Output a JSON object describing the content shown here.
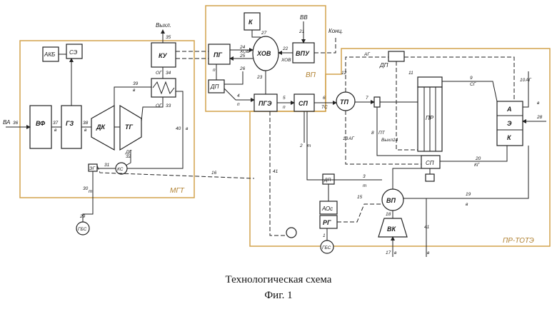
{
  "zones": {
    "mgt": "МГТ",
    "vp": "ВП",
    "pr": "ПР-ТОТЭ"
  },
  "blocks": {
    "akb": "АКБ",
    "sz": "СЭ",
    "vf": "ВФ",
    "gz": "ГЗ",
    "dk": "ДК",
    "tg": "ТГ",
    "ku": "КУ",
    "ks": "КС",
    "eg": "ЭГ",
    "pg": "ПГ",
    "dp1": "ДП",
    "k_vp": "К",
    "xov": "ХОВ",
    "vpu": "ВПУ",
    "pge": "ПГЭ",
    "sp1": "СП",
    "tp": "ТП",
    "dp2": "ДП",
    "dp3": "ДП",
    "aos": "АОс",
    "rg": "РГ",
    "vp_pump": "ВП",
    "vk": "ВК",
    "gbs1": "ГБС",
    "gbs2": "ГБС",
    "tote_pr": "ПР",
    "sp2": "СП",
    "a": "А",
    "e": "Э",
    "k": "К"
  },
  "labels": {
    "va": "ВА",
    "vykhl1": "Выхл.",
    "vv": "ВВ",
    "konts": "Конц.",
    "vykhl2": "Выхл.",
    "v_in": "в"
  },
  "numbers": {
    "n36": "36",
    "n37": "37",
    "n38": "38",
    "n39": "39",
    "n40": "40",
    "n30": "30",
    "n31": "31",
    "n32": "32",
    "n33": "33",
    "n34": "34",
    "n35": "35",
    "n16": "16",
    "n29": "29",
    "n21": "21",
    "n22": "22",
    "n23": "23",
    "n24": "24",
    "n25": "25",
    "n26": "26",
    "n27": "27",
    "n4": "4",
    "n5": "5",
    "n6": "6",
    "n7": "7",
    "n8": "8",
    "n9": "9",
    "n10": "10",
    "n11": "11",
    "n12": "12",
    "n13": "13",
    "n14": "14",
    "n15": "15",
    "n17": "17",
    "n18": "18",
    "n19": "19",
    "n20": "20",
    "n28": "28",
    "n41a": "41",
    "n41b": "41",
    "n2": "2",
    "n3": "3",
    "n1": "1"
  },
  "streams": {
    "v": "в",
    "og": "ОГ",
    "dg": "ДГ",
    "t": "т",
    "p": "п",
    "ts": "ТС",
    "ag": "АГ",
    "pt": "ПТ",
    "kg": "КГ",
    "sg": "СГ",
    "khov": "ХОВ"
  },
  "caption": {
    "title": "Технологическая схема",
    "figure": "Фиг. 1"
  }
}
